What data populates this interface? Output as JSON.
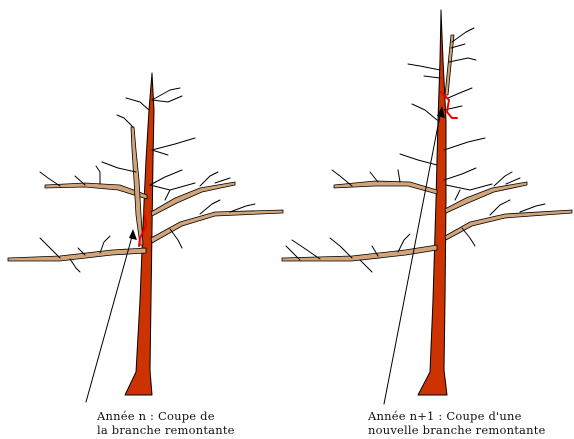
{
  "captions": {
    "left_line1": "Année n : Coupe de",
    "left_line2": "la branche remontante",
    "right_line1": "Année n+1 : Coupe d'une",
    "right_line2": "nouvelle branche remontante"
  },
  "colors": {
    "trunk": "#cc3300",
    "branch_fill": "#d2a47a",
    "outline": "#000000",
    "cut_mark": "#ee0000"
  }
}
